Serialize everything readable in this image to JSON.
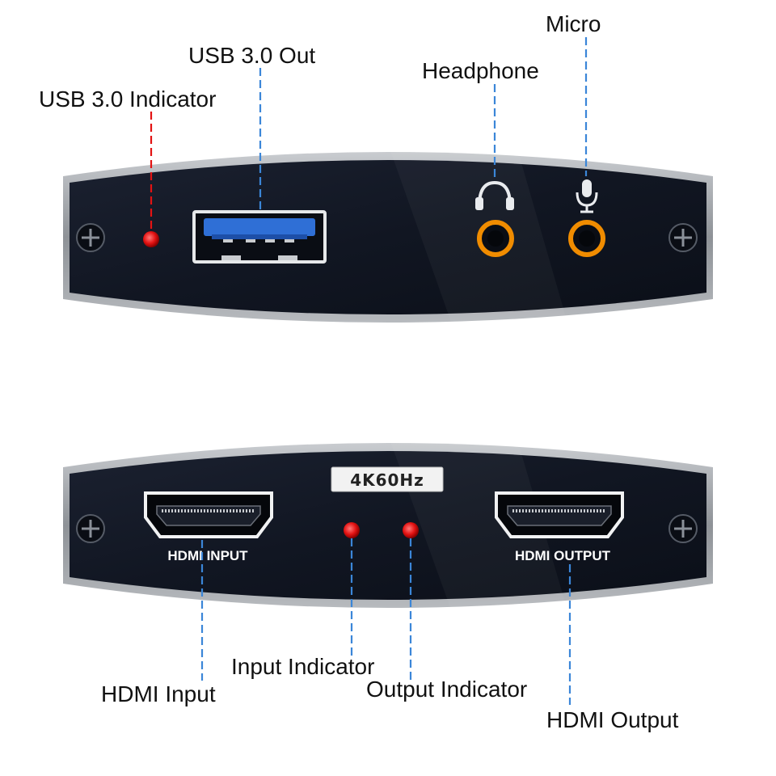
{
  "colors": {
    "panel": "#141a26",
    "panel_highlight": "#1f2636",
    "frame": "#9fa3a8",
    "leader": "#3b86d8",
    "led": "#e31313",
    "audio_ring": "#f08c00",
    "usb_blue": "#2f6fd6",
    "callout_text": "#111111"
  },
  "top_panel": {
    "callouts": {
      "usb_indicator": "USB 3.0 Indicator",
      "usb_out": "USB 3.0 Out",
      "headphone": "Headphone",
      "micro": "Micro"
    },
    "icons": [
      "screw-icon",
      "led-indicator",
      "usb-port",
      "headphone-icon",
      "microphone-icon",
      "audio-jack",
      "audio-jack",
      "screw-icon"
    ]
  },
  "bottom_panel": {
    "badge": "4K60Hz",
    "printed_labels": {
      "hdmi_input": "HDMI INPUT",
      "hdmi_output": "HDMI OUTPUT"
    },
    "callouts": {
      "input_indicator": "Input Indicator",
      "output_indicator": "Output Indicator",
      "hdmi_input": "HDMI Input",
      "hdmi_output": "HDMI Output"
    },
    "icons": [
      "screw-icon",
      "hdmi-port",
      "led-indicator",
      "led-indicator",
      "hdmi-port",
      "screw-icon"
    ]
  }
}
